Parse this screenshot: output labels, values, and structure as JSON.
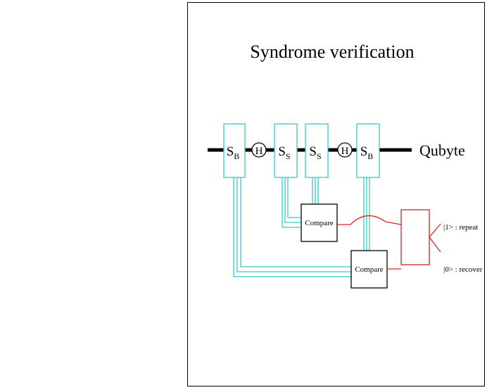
{
  "diagram": {
    "title": "Syndrome verification",
    "qubyte_label": "Qubyte",
    "blocks": [
      {
        "main": "S",
        "sub": "B"
      },
      {
        "main": "S",
        "sub": "S"
      },
      {
        "main": "S",
        "sub": "S"
      },
      {
        "main": "S",
        "sub": "B"
      }
    ],
    "hadamard_label": "H",
    "compare_label": "Compare",
    "outcomes": {
      "repeat": "|1> : repeat",
      "recover": "|0> : recover"
    },
    "colors": {
      "classical_wires": "#33cccc",
      "decision": "#e02020",
      "qubit_line": "#000000"
    }
  }
}
